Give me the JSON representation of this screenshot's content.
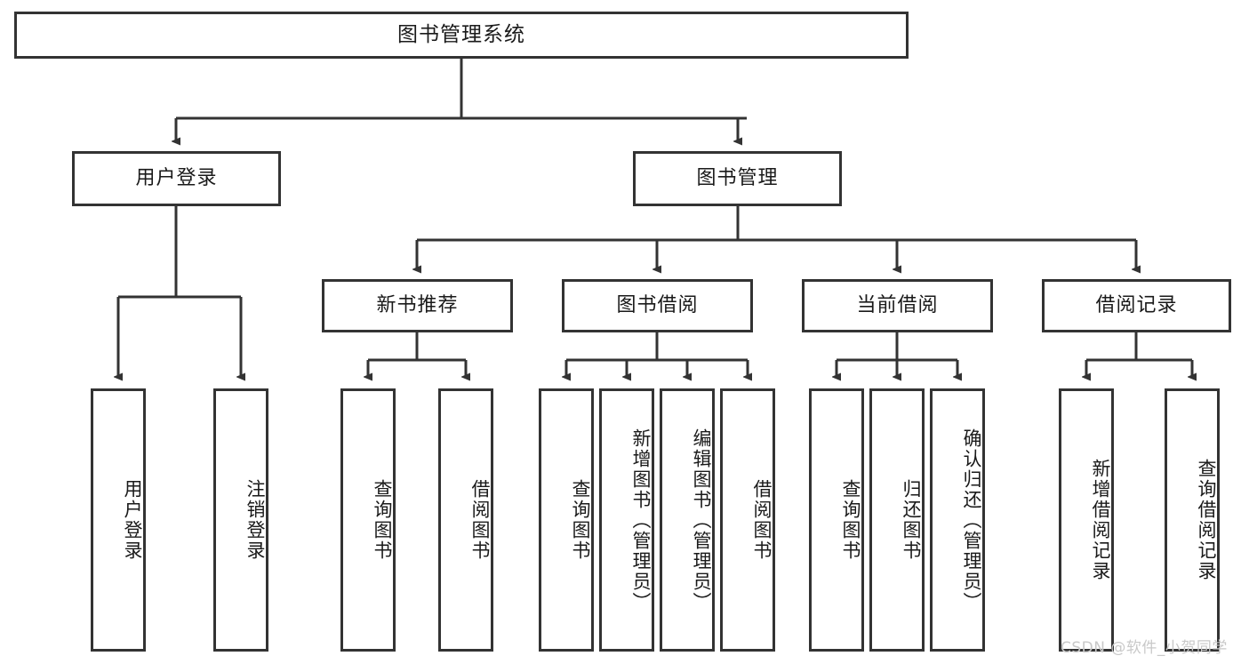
{
  "diagram": {
    "type": "tree-hierarchy",
    "title": "图书管理系统",
    "orientation": "top-down",
    "colors": {
      "background": "#ffffff",
      "border": "#333333",
      "text": "#1a1a1a",
      "watermark": "#c9c9c9"
    }
  },
  "root": {
    "label": "图书管理系统"
  },
  "level1": [
    {
      "label": "用户登录"
    },
    {
      "label": "图书管理"
    }
  ],
  "level2": [
    {
      "label": "新书推荐"
    },
    {
      "label": "图书借阅"
    },
    {
      "label": "当前借阅"
    },
    {
      "label": "借阅记录"
    }
  ],
  "leaves": {
    "user_login": [
      {
        "label": "用户登录"
      },
      {
        "label": "注销登录"
      }
    ],
    "new_book_recommend": [
      {
        "label": "查询图书"
      },
      {
        "label": "借阅图书"
      }
    ],
    "book_borrow": [
      {
        "label": "查询图书"
      },
      {
        "label": "新增图书（管理员）"
      },
      {
        "label": "编辑图书（管理员）"
      },
      {
        "label": "借阅图书"
      }
    ],
    "current_borrow": [
      {
        "label": "查询图书"
      },
      {
        "label": "归还图书"
      },
      {
        "label": "确认归还（管理员）"
      }
    ],
    "borrow_record": [
      {
        "label": "新增借阅记录"
      },
      {
        "label": "查询借阅记录"
      }
    ]
  },
  "watermark": {
    "text": "CSDN @软件_小贺同学"
  }
}
